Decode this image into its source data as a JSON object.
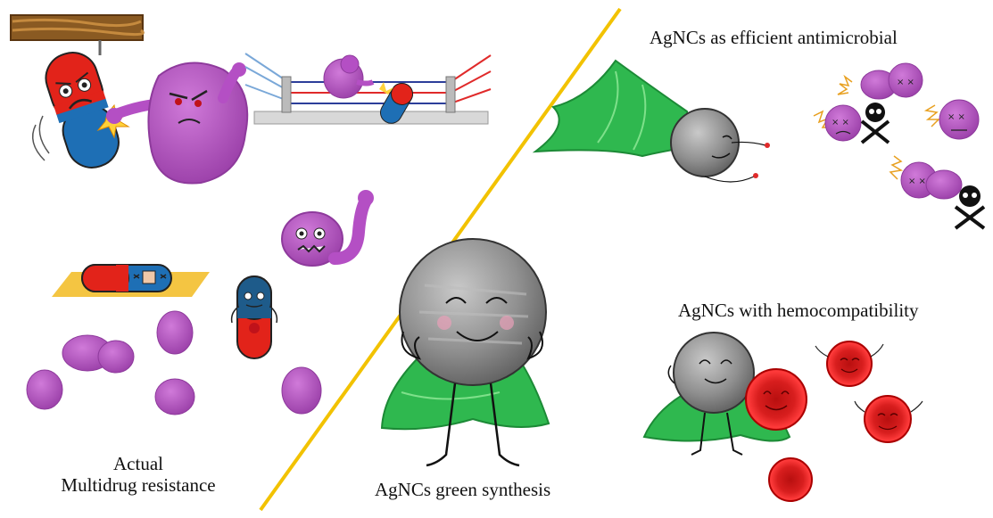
{
  "labels": {
    "mdr_line1": "Actual",
    "mdr_line2": "Multidrug resistance",
    "green_synthesis": "AgNCs green synthesis",
    "antimicrobial": "AgNCs as efficient antimicrobial",
    "hemocompatibility": "AgNCs with hemocompatibility"
  },
  "colors": {
    "bacteria": "#b44fc4",
    "bacteria_dark": "#8e3a9c",
    "silver": "#9a9a9a",
    "cape": "#2fb84f",
    "rbc": "#d81e1e",
    "capsule_red": "#e2231a",
    "capsule_blue": "#1e6fb5",
    "divider": "#f2c200",
    "mat": "#f4c542"
  },
  "icons": [
    "skull-crossbones-icon",
    "boxing-glove-icon",
    "punching-bag-icon"
  ]
}
